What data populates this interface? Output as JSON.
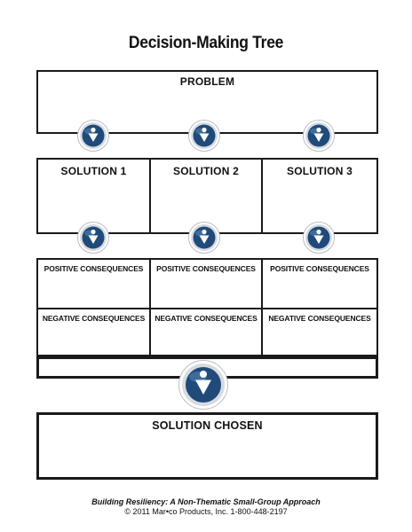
{
  "title": "Decision-Making Tree",
  "problem": {
    "label": "PROBLEM"
  },
  "solutions": [
    {
      "label": "SOLUTION 1"
    },
    {
      "label": "SOLUTION 2"
    },
    {
      "label": "SOLUTION 3"
    }
  ],
  "consequences": {
    "positive": [
      "POSITIVE CONSEQUENCES",
      "POSITIVE CONSEQUENCES",
      "POSITIVE CONSEQUENCES"
    ],
    "negative": [
      "NEGATIVE CONSEQUENCES",
      "NEGATIVE CONSEQUENCES",
      "NEGATIVE CONSEQUENCES"
    ]
  },
  "solution_chosen": {
    "label": "SOLUTION CHOSEN"
  },
  "footer": {
    "book": "Building Resiliency: A Non-Thematic Small-Group Approach",
    "copyright": "© 2011 Mar•co Products, Inc. 1-800-448-2197"
  },
  "icons": {
    "type": "down-arrow-icon",
    "fill": "#1f4a7a",
    "highlight": "#5a86b5",
    "ring": "#c8ccd2"
  }
}
